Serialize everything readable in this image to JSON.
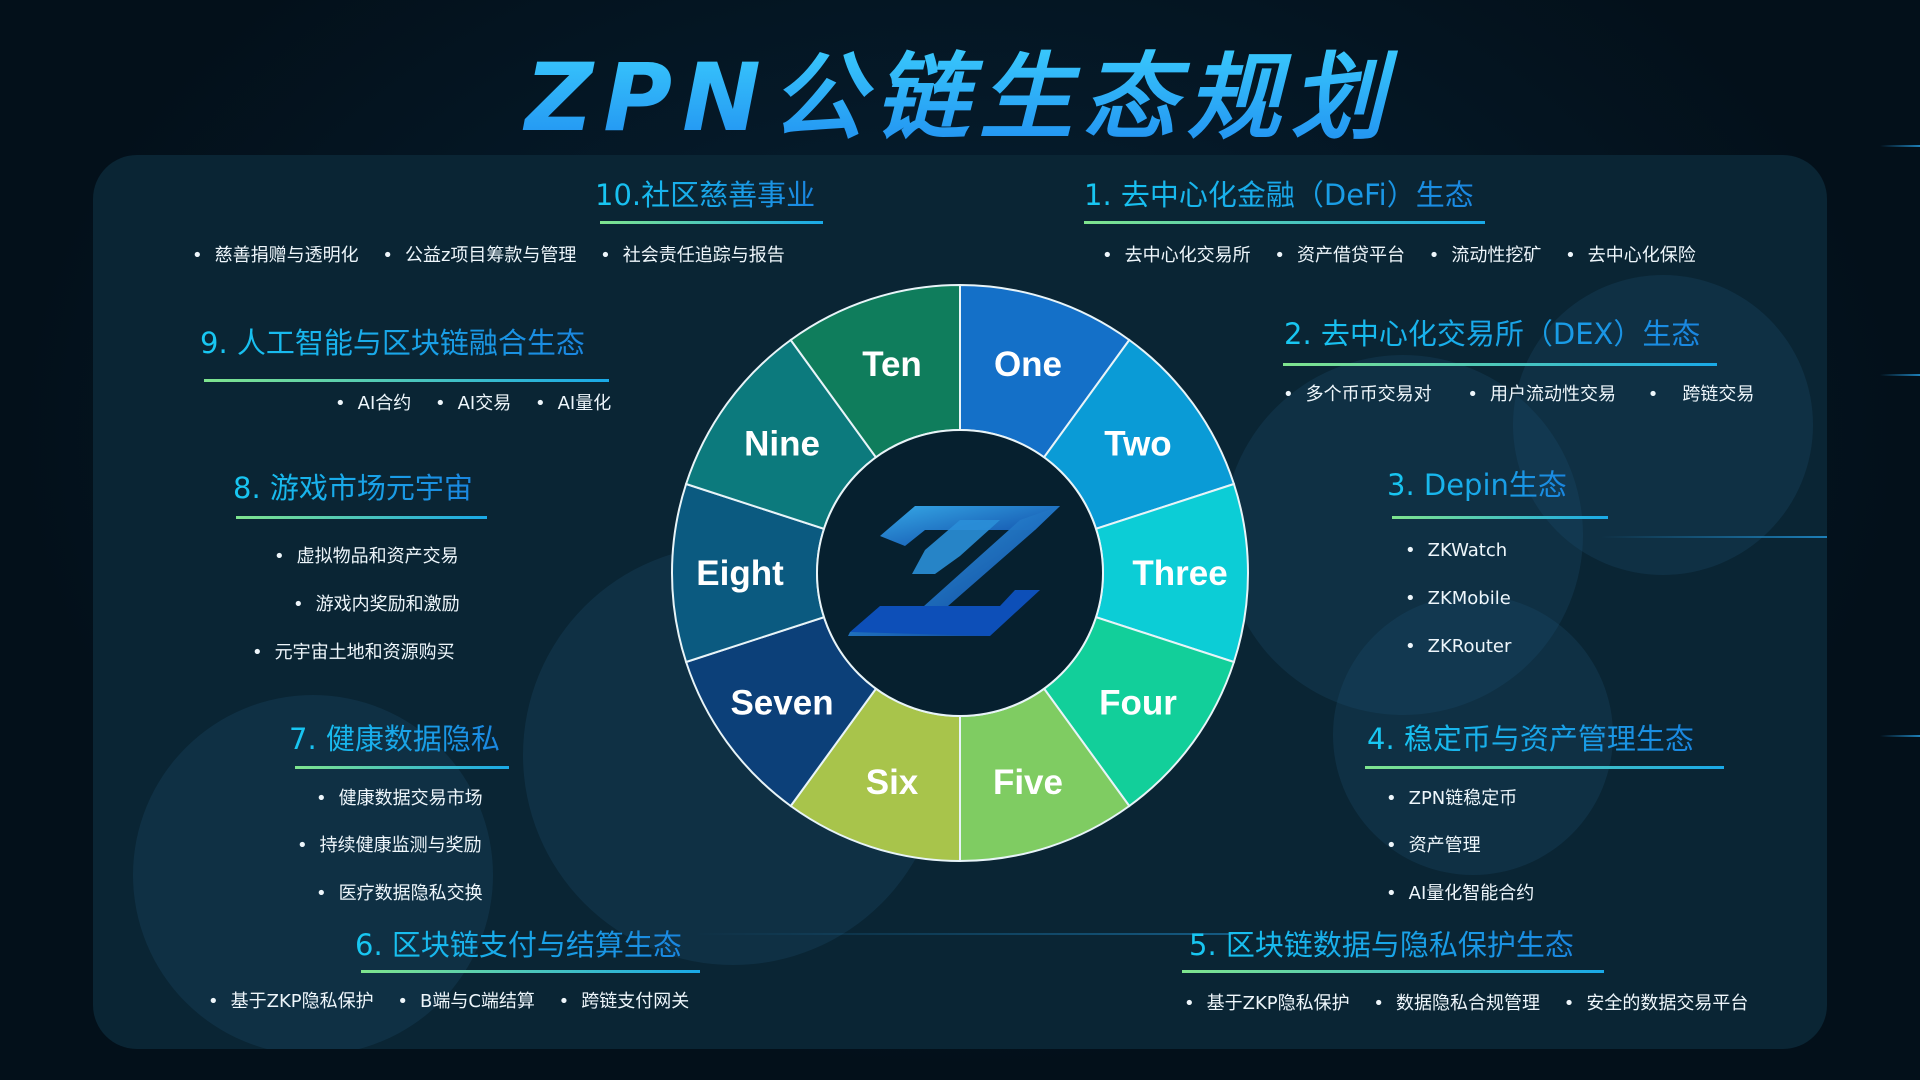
{
  "title": "ZPN公链生态规划",
  "wheel": {
    "segments": [
      {
        "label": "One",
        "color": "#1470c8"
      },
      {
        "label": "Two",
        "color": "#0a9bd6"
      },
      {
        "label": "Three",
        "color": "#0ccdd6"
      },
      {
        "label": "Four",
        "color": "#12cf9a"
      },
      {
        "label": "Five",
        "color": "#7fcc62"
      },
      {
        "label": "Six",
        "color": "#a8c44b"
      },
      {
        "label": "Seven",
        "color": "#0c4079"
      },
      {
        "label": "Eight",
        "color": "#0b5a80"
      },
      {
        "label": "Nine",
        "color": "#0c7a7d"
      },
      {
        "label": "Ten",
        "color": "#0f7d5c"
      }
    ],
    "logo_icon": "zpn-z-logo"
  },
  "sections": {
    "s1": {
      "title": "1. 去中心化金融（DeFi）生态",
      "items": [
        "去中心化交易所",
        "资产借贷平台",
        "流动性挖矿",
        "去中心化保险"
      ]
    },
    "s2": {
      "title": "2. 去中心化交易所（DEX）生态",
      "items": [
        "多个币币交易对",
        "用户流动性交易",
        "跨链交易"
      ]
    },
    "s3": {
      "title": "3. Depin生态",
      "items": [
        "ZKWatch",
        "ZKMobile",
        "ZKRouter"
      ]
    },
    "s4": {
      "title": "4. 稳定币与资产管理生态",
      "items": [
        "ZPN链稳定币",
        "资产管理",
        "AI量化智能合约"
      ]
    },
    "s5": {
      "title": "5. 区块链数据与隐私保护生态",
      "items": [
        "基于ZKP隐私保护",
        "数据隐私合规管理",
        "安全的数据交易平台"
      ]
    },
    "s6": {
      "title": "6. 区块链支付与结算生态",
      "items": [
        "基于ZKP隐私保护",
        "B端与C端结算",
        "跨链支付网关"
      ]
    },
    "s7": {
      "title": "7. 健康数据隐私",
      "items": [
        "健康数据交易市场",
        "持续健康监测与奖励",
        "医疗数据隐私交换"
      ]
    },
    "s8": {
      "title": "8. 游戏市场元宇宙",
      "items": [
        "虚拟物品和资产交易",
        "游戏内奖励和激励",
        "元宇宙土地和资源购买"
      ]
    },
    "s9": {
      "title": "9. 人工智能与区块链融合生态",
      "items": [
        "AI合约",
        "AI交易",
        "AI量化"
      ]
    },
    "s10": {
      "title": "10.社区慈善事业",
      "items": [
        "慈善捐赠与透明化",
        "公益z项目筹款与管理",
        "社会责任追踪与报告"
      ]
    }
  }
}
